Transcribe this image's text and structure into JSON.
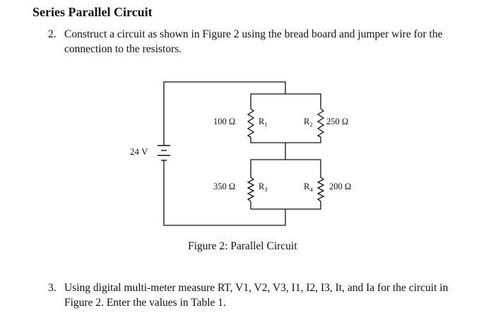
{
  "document": {
    "heading": "Series Parallel Circuit",
    "items": [
      {
        "number": "2.",
        "text": "Construct a circuit as shown in Figure 2 using the bread board and jumper wire for the connection to the resistors."
      },
      {
        "number": "3.",
        "text": "Using digital multi-meter measure RT, V1, V2, V3, I1, I2, I3, It, and Ia for the circuit in Figure 2. Enter the values in Table 1."
      }
    ]
  },
  "figure": {
    "caption": "Figure 2: Parallel Circuit",
    "source": {
      "label": "24 V"
    },
    "resistors": [
      {
        "name": "R",
        "sub": "1",
        "value": "100 Ω"
      },
      {
        "name": "R",
        "sub": "2",
        "value": "250 Ω"
      },
      {
        "name": "R",
        "sub": "3",
        "value": "350 Ω"
      },
      {
        "name": "R",
        "sub": "4",
        "value": "200 Ω"
      }
    ]
  }
}
